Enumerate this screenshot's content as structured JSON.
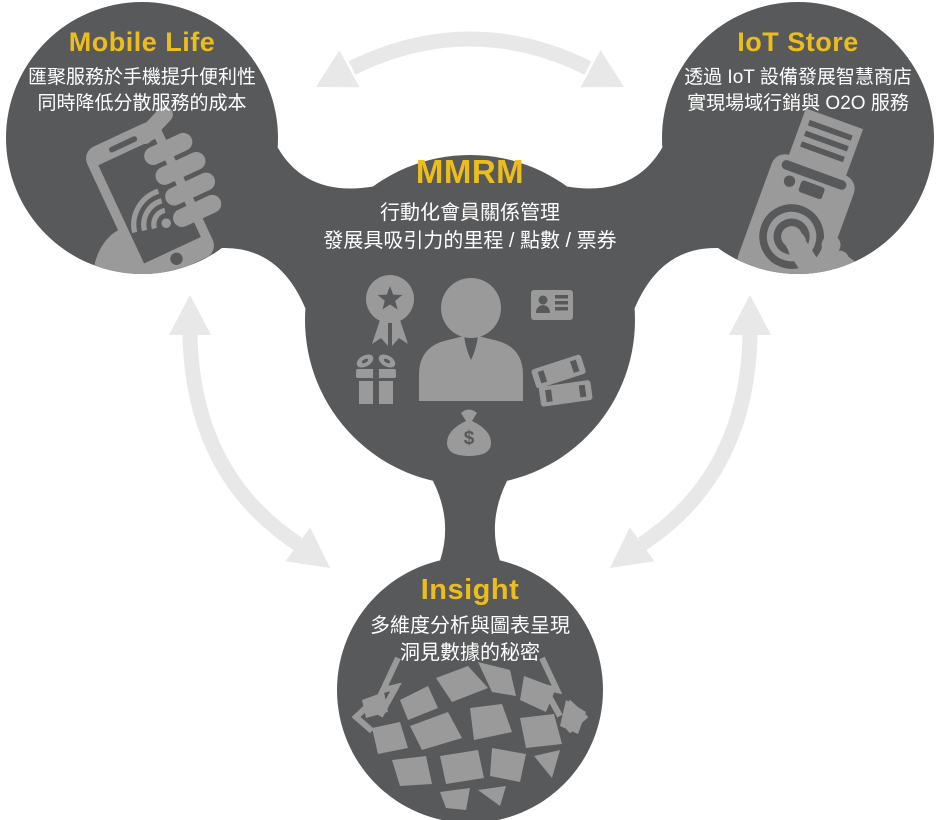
{
  "colors": {
    "circle": "#58595B",
    "icon": "#9A9A9A",
    "accent": "#EDBE1A",
    "arrow": "#E8E8E8",
    "text": "#FFFFFF",
    "bg": "#FFFFFF"
  },
  "nodes": {
    "mobile_life": {
      "title": "Mobile Life",
      "desc_line1": "匯聚服務於手機提升便利性",
      "desc_line2": "同時降低分散服務的成本",
      "icon": "hand-holding-phone-icon"
    },
    "iot_store": {
      "title": "IoT Store",
      "desc_line1": "透過 IoT 設備發展智慧商店",
      "desc_line2": "實現場域行銷與 O2O 服務",
      "icon": "pos-terminal-touch-icon"
    },
    "mmrm": {
      "title": "MMRM",
      "desc_line1": "行動化會員關係管理",
      "desc_line2": "發展具吸引力的里程 / 點數 / 票券",
      "icons": [
        "award-ribbon-icon",
        "member-person-icon",
        "id-card-icon",
        "gift-icon",
        "tickets-icon",
        "money-bag-icon"
      ],
      "money_symbol": "$"
    },
    "insight": {
      "title": "Insight",
      "desc_line1": "多維度分析與圖表呈現",
      "desc_line2": "洞見數據的秘密",
      "icon": "fragmented-brain-icon"
    }
  }
}
